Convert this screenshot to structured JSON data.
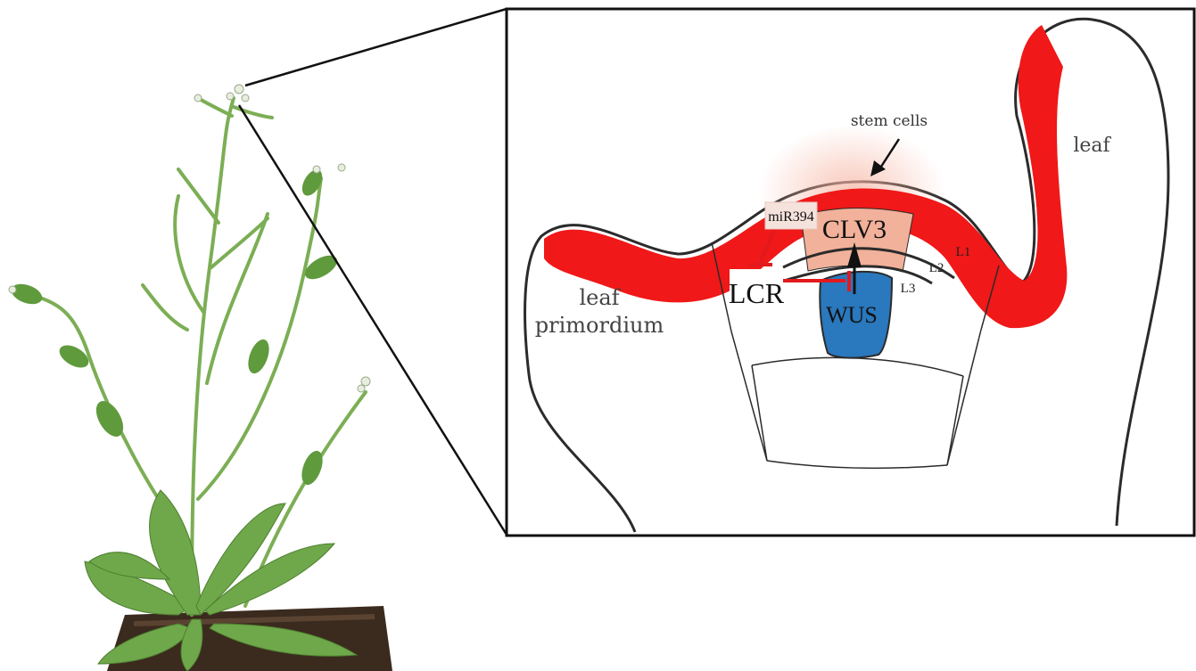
{
  "labels": {
    "stem_cells": "stem cells",
    "leaf": "leaf",
    "leaf_primordium_line1": "leaf",
    "leaf_primordium_line2": "primordium",
    "mir394": "miR394",
    "clv3": "CLV3",
    "lcr": "LCR",
    "wus": "WUS",
    "l1": "L1",
    "l2": "L2",
    "l3": "L3"
  },
  "colors": {
    "epidermis_red": "#f01818",
    "clv3_zone": "#f2b19a",
    "wus_zone": "#2a78bd",
    "outline": "#2b2b2b",
    "repression": "#e2191d",
    "plant_green": "#6fa84a",
    "soil": "#3b2a1e"
  }
}
